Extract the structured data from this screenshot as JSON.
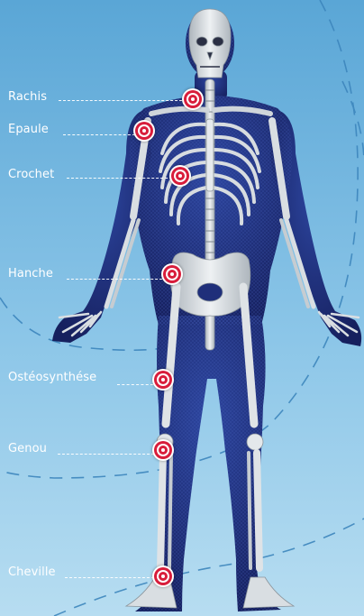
{
  "colors": {
    "background_top": "#6fb4dd",
    "background_bottom": "#a9d6ee",
    "body_fill": "#1f2f7a",
    "bone": "#dfe3e6",
    "marker_red": "#d81d3b",
    "label_text": "#ffffff",
    "dashed_arc": "#3d86bd"
  },
  "hotspots": [
    {
      "id": "rachis",
      "label": "Rachis"
    },
    {
      "id": "epaule",
      "label": "Epaule"
    },
    {
      "id": "crochet",
      "label": "Crochet"
    },
    {
      "id": "hanche",
      "label": "Hanche"
    },
    {
      "id": "osteosynthese",
      "label": "Ostéosynthése"
    },
    {
      "id": "genou",
      "label": "Genou"
    },
    {
      "id": "cheville",
      "label": "Cheville"
    }
  ]
}
